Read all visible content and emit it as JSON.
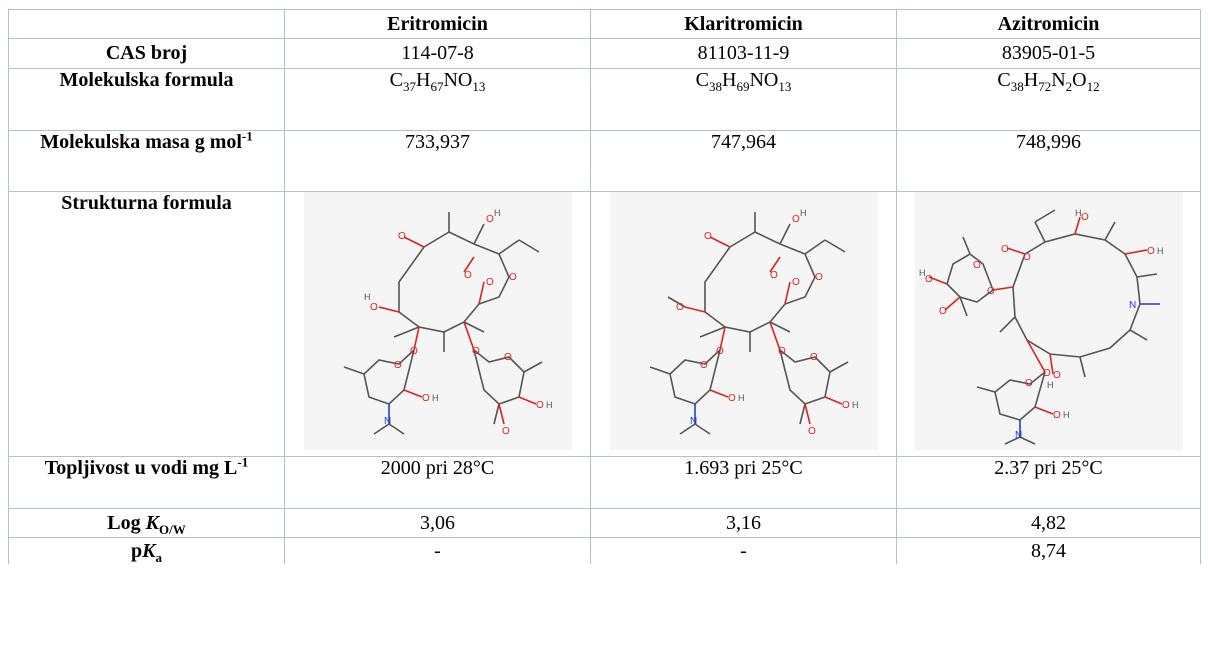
{
  "table": {
    "headers": [
      "",
      "Eritromicin",
      "Klaritromicin",
      "Azitromicin"
    ],
    "cas": {
      "label": "CAS broj",
      "values": [
        "114-07-8",
        "81103-11-9",
        "83905-01-5"
      ]
    },
    "formula": {
      "label": "Molekulska formula",
      "values": [
        {
          "C": "C",
          "c": "37",
          "H": "H",
          "h": "67",
          "rest": "NO",
          "o": "13"
        },
        {
          "C": "C",
          "c": "38",
          "H": "H",
          "h": "69",
          "rest": "NO",
          "o": "13"
        },
        {
          "C": "C",
          "c": "38",
          "H": "H",
          "h": "72",
          "n_el": "N",
          "n": "2",
          "O": "O",
          "o": "12"
        }
      ]
    },
    "mass": {
      "label": "Molekulska masa g mol",
      "label_sup": "-1",
      "values": [
        "733,937",
        "747,964",
        "748,996"
      ]
    },
    "structure": {
      "label": "Strukturna formula",
      "atoms": {
        "O": "O",
        "H": "H",
        "N": "N"
      }
    },
    "solubility": {
      "label": "Topljivost u vodi mg L",
      "label_sup": "-1",
      "values": [
        "2000 pri 28°C",
        "1.693 pri 25°C",
        "2.37 pri 25°C"
      ]
    },
    "logk": {
      "label_prefix": "Log ",
      "label_k": "K",
      "label_sub": "O/W",
      "values": [
        "3,06",
        "3,16",
        "4,82"
      ]
    },
    "pka": {
      "label_prefix": "p",
      "label_k": "K",
      "label_sub": "a",
      "values": [
        "-",
        "-",
        "8,74"
      ]
    }
  }
}
